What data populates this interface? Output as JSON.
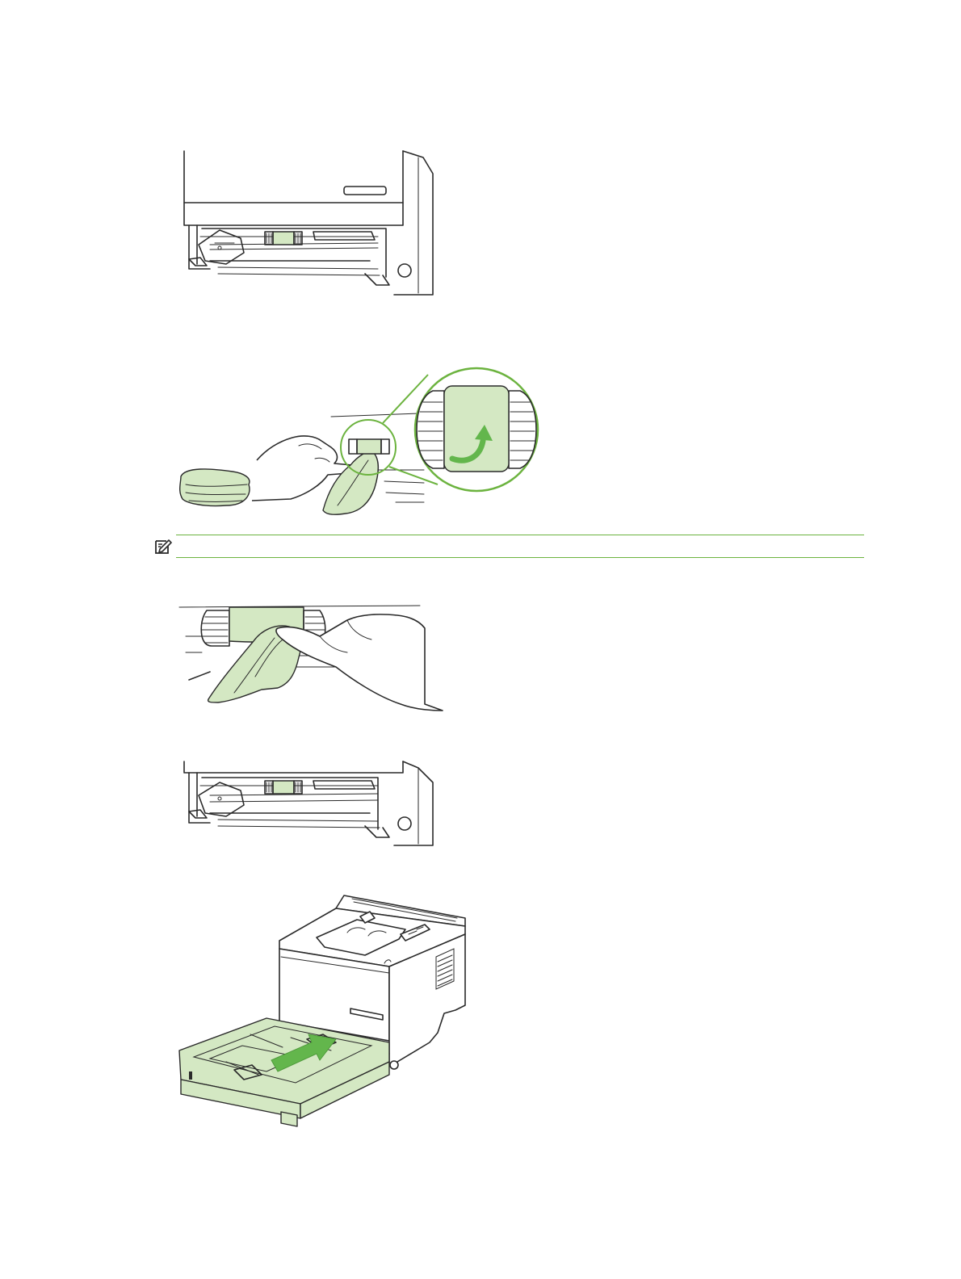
{
  "colors": {
    "accent": "#6cb33f",
    "illustration_green": "#d4e8c3",
    "arrow_green": "#63b64c",
    "line": "#2a2a2a"
  },
  "note": {
    "icon": "note-pencil-icon",
    "text": ""
  },
  "figures": [
    {
      "id": "pickup-roller-location",
      "icon": "printer-tray-cavity-illustration"
    },
    {
      "id": "clean-roller-detail",
      "icon": "cloth-cleaning-roller-illustration"
    },
    {
      "id": "wipe-roller",
      "icon": "wipe-roller-illustration"
    },
    {
      "id": "roller-clean-view",
      "icon": "printer-tray-cavity-illustration"
    },
    {
      "id": "reinsert-tray",
      "icon": "insert-tray-illustration"
    }
  ]
}
